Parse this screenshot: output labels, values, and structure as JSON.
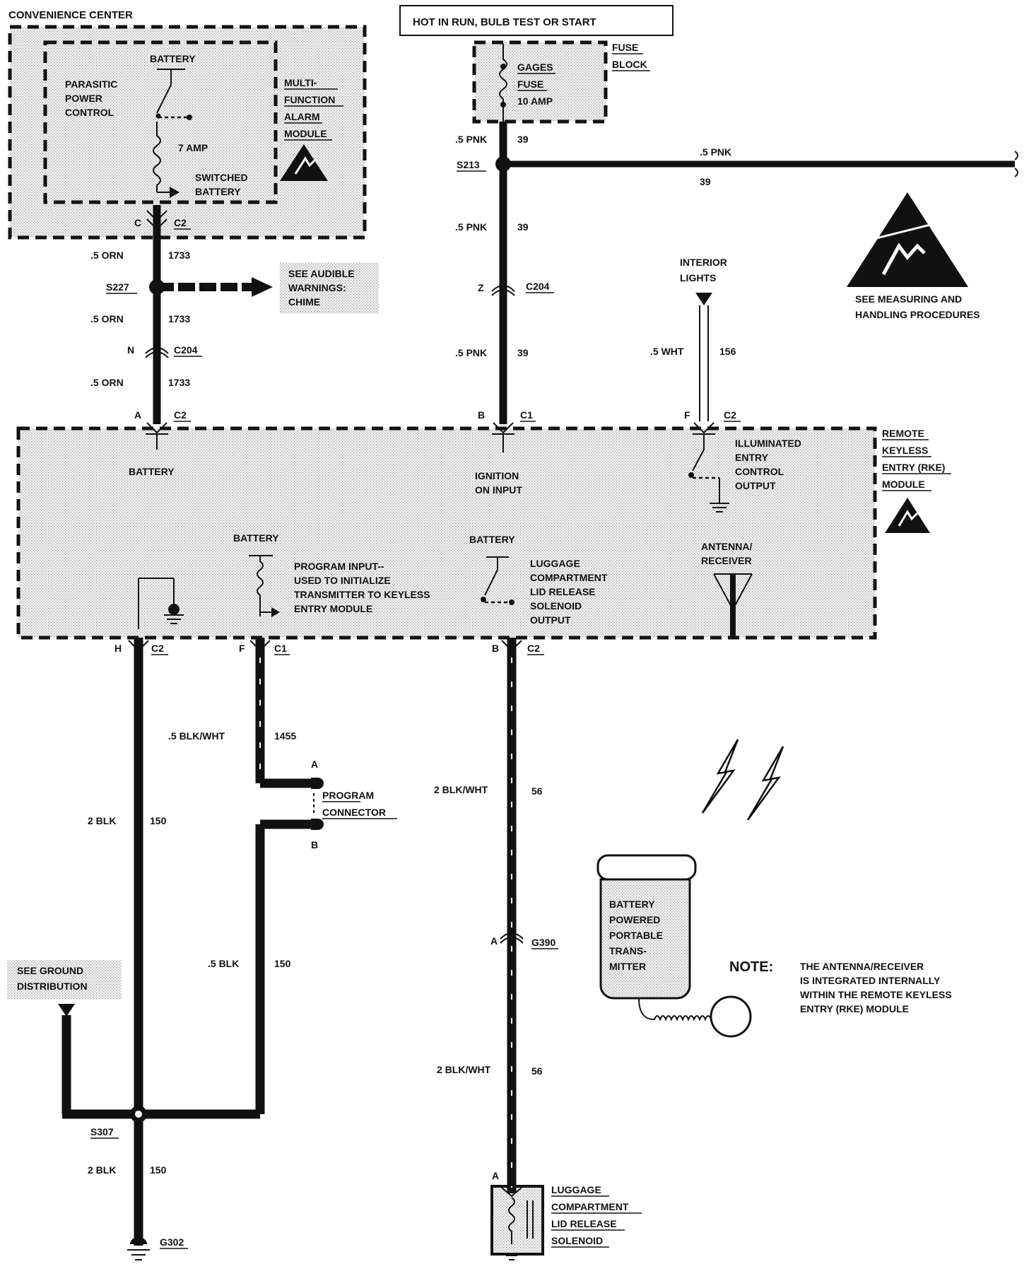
{
  "header": {
    "supply": "HOT IN RUN, BULB TEST OR START"
  },
  "convenience_center": {
    "title": "CONVENIENCE CENTER",
    "battery": "BATTERY",
    "parasitic": [
      "PARASITIC",
      "POWER",
      "CONTROL"
    ],
    "fuse": "7 AMP",
    "switched": [
      "SWITCHED",
      "BATTERY"
    ],
    "module": [
      "MULTI-",
      "FUNCTION",
      "ALARM",
      "MODULE"
    ],
    "pin": "C",
    "conn": "C2"
  },
  "fuse_block": {
    "title": [
      "FUSE",
      "BLOCK"
    ],
    "fuse": [
      "GAGES",
      "FUSE",
      "10 AMP"
    ]
  },
  "wires": {
    "orn": ".5 ORN",
    "orn_ckt": "1733",
    "pnk": ".5 PNK",
    "pnk_ckt": "39",
    "wht": ".5 WHT",
    "wht_ckt": "156",
    "blk2": "2 BLK",
    "blk2_ckt": "150",
    "blk5": ".5 BLK",
    "blk5_ckt": "150",
    "blkwht5": ".5 BLK/WHT",
    "blkwht5_ckt": "1455",
    "blkwht2": "2 BLK/WHT",
    "blkwht2_ckt": "56"
  },
  "splices": {
    "s227": "S227",
    "s213": "S213",
    "s307": "S307"
  },
  "connectors": {
    "c204": "C204",
    "c2": "C2",
    "c1": "C1",
    "g390": "G390",
    "g302": "G302"
  },
  "pins": {
    "n": "N",
    "a": "A",
    "z": "Z",
    "b": "B",
    "f": "F",
    "h": "H"
  },
  "refs": {
    "audible": [
      "SEE AUDIBLE",
      "WARNINGS:",
      "CHIME"
    ],
    "ground": [
      "SEE GROUND",
      "DISTRIBUTION"
    ],
    "esd": [
      "SEE MEASURING AND",
      "HANDLING PROCEDURES"
    ],
    "interior": [
      "INTERIOR",
      "LIGHTS"
    ]
  },
  "rke": {
    "title": [
      "REMOTE",
      "KEYLESS",
      "ENTRY (RKE)",
      "MODULE"
    ],
    "battery": "BATTERY",
    "ignition": [
      "IGNITION",
      "ON INPUT"
    ],
    "illuminated": [
      "ILLUMINATED",
      "ENTRY",
      "CONTROL",
      "OUTPUT"
    ],
    "program_input": [
      "PROGRAM INPUT--",
      "USED TO INITIALIZE",
      "TRANSMITTER TO KEYLESS",
      "ENTRY MODULE"
    ],
    "luggage_output": [
      "LUGGAGE",
      "COMPARTMENT",
      "LID RELEASE",
      "SOLENOID",
      "OUTPUT"
    ],
    "antenna": [
      "ANTENNA/",
      "RECEIVER"
    ]
  },
  "program_connector": [
    "PROGRAM",
    "CONNECTOR"
  ],
  "transmitter": [
    "BATTERY",
    "POWERED",
    "PORTABLE",
    "TRANS-",
    "MITTER"
  ],
  "solenoid": [
    "LUGGAGE",
    "COMPARTMENT",
    "LID RELEASE",
    "SOLENOID"
  ],
  "note": {
    "label": "NOTE:",
    "lines": [
      "THE ANTENNA/RECEIVER",
      "IS INTEGRATED INTERNALLY",
      "WITHIN THE REMOTE KEYLESS",
      "ENTRY (RKE) MODULE"
    ]
  }
}
